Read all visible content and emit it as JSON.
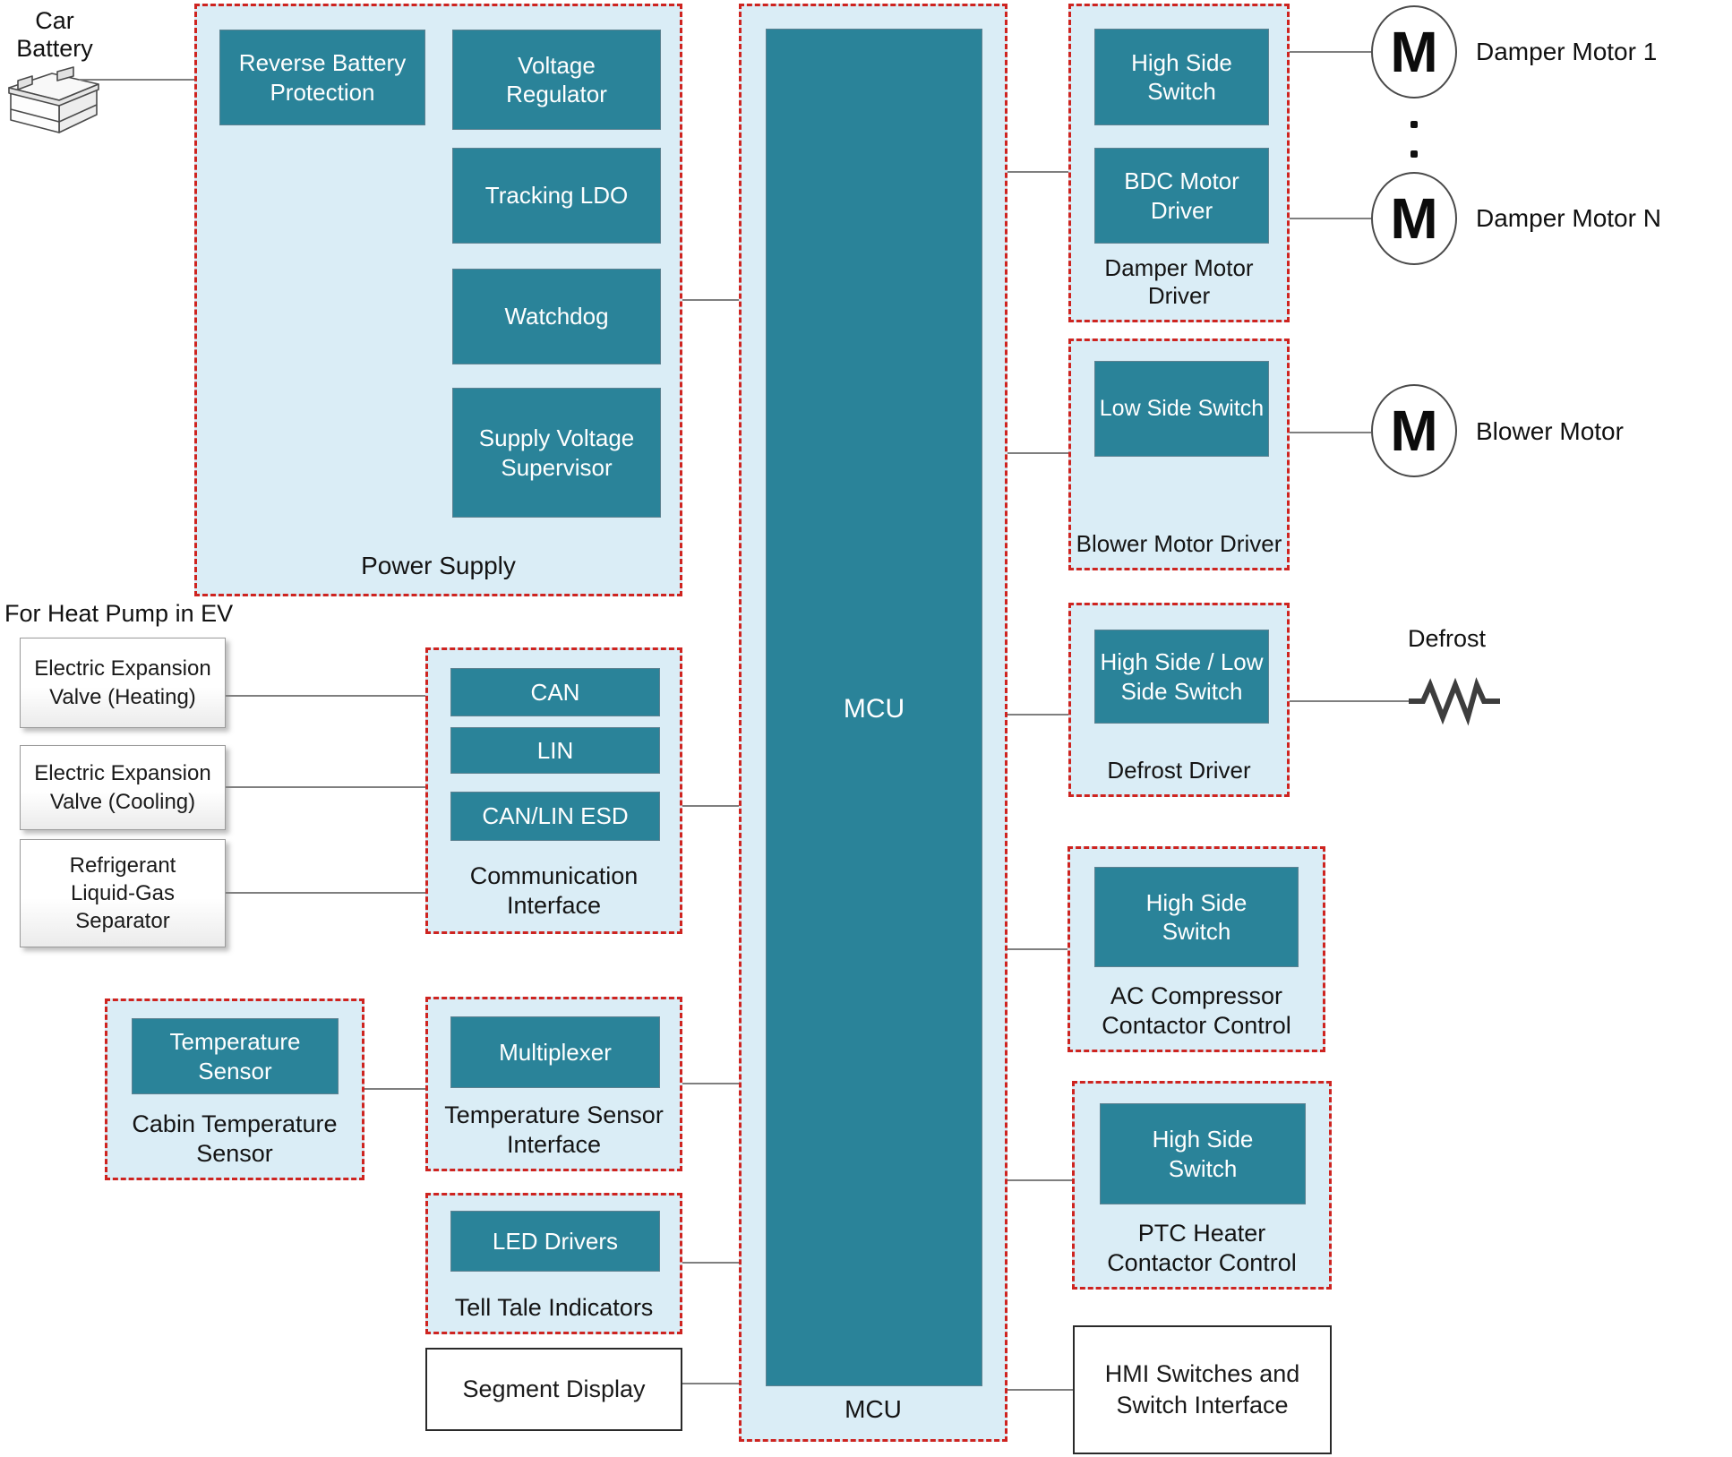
{
  "colors": {
    "block_teal": "#2A8399",
    "container_fill": "#DAEDF6",
    "container_border_red": "#CE2420",
    "connector_gray": "#7f7f7f"
  },
  "battery": {
    "label": "Car\nBattery"
  },
  "heat_pump_note": "For Heat Pump in EV",
  "ev_inputs": [
    "Electric Expansion\nValve (Heating)",
    "Electric Expansion\nValve (Cooling)",
    "Refrigerant\nLiquid-Gas\nSeparator"
  ],
  "power_supply": {
    "label": "Power Supply",
    "blocks": [
      "Reverse Battery\nProtection",
      "Voltage\nRegulator",
      "Tracking LDO",
      "Watchdog",
      "Supply Voltage\nSupervisor"
    ]
  },
  "communication": {
    "label": "Communication\nInterface",
    "blocks": [
      "CAN",
      "LIN",
      "CAN/LIN ESD"
    ]
  },
  "cabin_sensor": {
    "label": "Cabin Temperature\nSensor",
    "block": "Temperature\nSensor"
  },
  "temp_interface": {
    "label": "Temperature Sensor\nInterface",
    "block": "Multiplexer"
  },
  "tell_tale": {
    "label": "Tell Tale Indicators",
    "block": "LED Drivers"
  },
  "segment_display": {
    "label": "Segment Display"
  },
  "mcu": {
    "chip_label": "MCU",
    "container_label": "MCU"
  },
  "damper_driver": {
    "label": "Damper Motor Driver",
    "blocks": [
      "High Side\nSwitch",
      "BDC Motor\nDriver"
    ]
  },
  "blower_driver": {
    "label": "Blower Motor Driver",
    "block": "Low Side Switch"
  },
  "defrost_driver": {
    "label": "Defrost Driver",
    "block": "High Side / Low\nSide Switch"
  },
  "ac_compressor": {
    "label": "AC Compressor\nContactor Control",
    "block": "High Side\nSwitch"
  },
  "ptc_heater": {
    "label": "PTC Heater\nContactor Control",
    "block": "High Side\nSwitch"
  },
  "hmi": {
    "label": "HMI Switches and\nSwitch Interface"
  },
  "loads": {
    "motor_symbol": "M",
    "damper_motor_1": "Damper Motor 1",
    "damper_motor_n": "Damper Motor N",
    "blower_motor": "Blower Motor",
    "defrost": "Defrost"
  }
}
